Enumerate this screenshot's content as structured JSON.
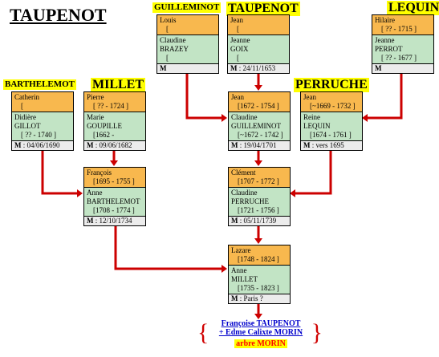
{
  "title": "TAUPENOT",
  "families": {
    "guilleminot": "GUILLEMINOT",
    "taupenot": "TAUPENOT",
    "lequin": "LEQUIN",
    "barthelemot": "BARTHELEMOT",
    "millet": "MILLET",
    "perruche": "PERRUCHE"
  },
  "couples": {
    "brazey": {
      "husband": "Louis",
      "husband_dates": "[",
      "wife": "Claudine",
      "wife_name": "BRAZEY",
      "wife_dates": "[",
      "marriage": ""
    },
    "goix": {
      "husband": "Jean",
      "husband_dates": "[",
      "wife": "Jeanne",
      "wife_name": "GOIX",
      "wife_dates": "[",
      "marriage": ": 24/11/1653"
    },
    "perrot": {
      "husband": "Hilaire",
      "husband_dates": "[ ?? - 1715 ]",
      "wife": "Jeanne",
      "wife_name": "PERROT",
      "wife_dates": "[ ?? - 1677 ]",
      "marriage": ""
    },
    "gillot": {
      "husband": "Catherin",
      "husband_dates": "[",
      "wife": "Didière",
      "wife_name": "GILLOT",
      "wife_dates": "[ ?? - 1740 ]",
      "marriage": ": 04/06/1690"
    },
    "goupille": {
      "husband": "Pierre",
      "husband_dates": "[ ?? - 1724 ]",
      "wife": "Marie",
      "wife_name": "GOUPILLE",
      "wife_dates": "[1662 -",
      "marriage": ": 09/06/1682"
    },
    "guilleminot": {
      "husband": "Jean",
      "husband_dates": "[1672 - 1754 ]",
      "wife": "Claudine",
      "wife_name": "GUILLEMINOT",
      "wife_dates": "[~1672 - 1742 ]",
      "marriage": ": 19/04/1701"
    },
    "lequin": {
      "husband": "Jean",
      "husband_dates": "[~1669 - 1732 ]",
      "wife": "Reine",
      "wife_name": "LEQUIN",
      "wife_dates": "[1674 - 1761 ]",
      "marriage": ": vers 1695"
    },
    "barthelemot": {
      "husband": "François",
      "husband_dates": "[1695 - 1755 ]",
      "wife": "Anne",
      "wife_name": "BARTHELEMOT",
      "wife_dates": "[1708 - 1774 ]",
      "marriage": ": 12/10/1734"
    },
    "perruche": {
      "husband": "Clément",
      "husband_dates": "[1707 - 1772 ]",
      "wife": "Claudine",
      "wife_name": "PERRUCHE",
      "wife_dates": "[1721 - 1756 ]",
      "marriage": ": 05/11/1739"
    },
    "millet": {
      "husband": "Lazare",
      "husband_dates": "[1748 - 1824 ]",
      "wife": "Anne",
      "wife_name": "MILLET",
      "wife_dates": "[1735 - 1823 ]",
      "marriage": ": Paris ?"
    }
  },
  "marriage_label": "M",
  "footer": {
    "line1": "Françoise TAUPENOT",
    "line2": "+ Edme Calixte MORIN",
    "tree": "arbre MORIN"
  },
  "colors": {
    "husband_bg": "#f8b84e",
    "wife_bg": "#c2e4c5",
    "marriage_bg": "#ececec",
    "arrow": "#cc0000",
    "family_bg": "#ffff00"
  }
}
